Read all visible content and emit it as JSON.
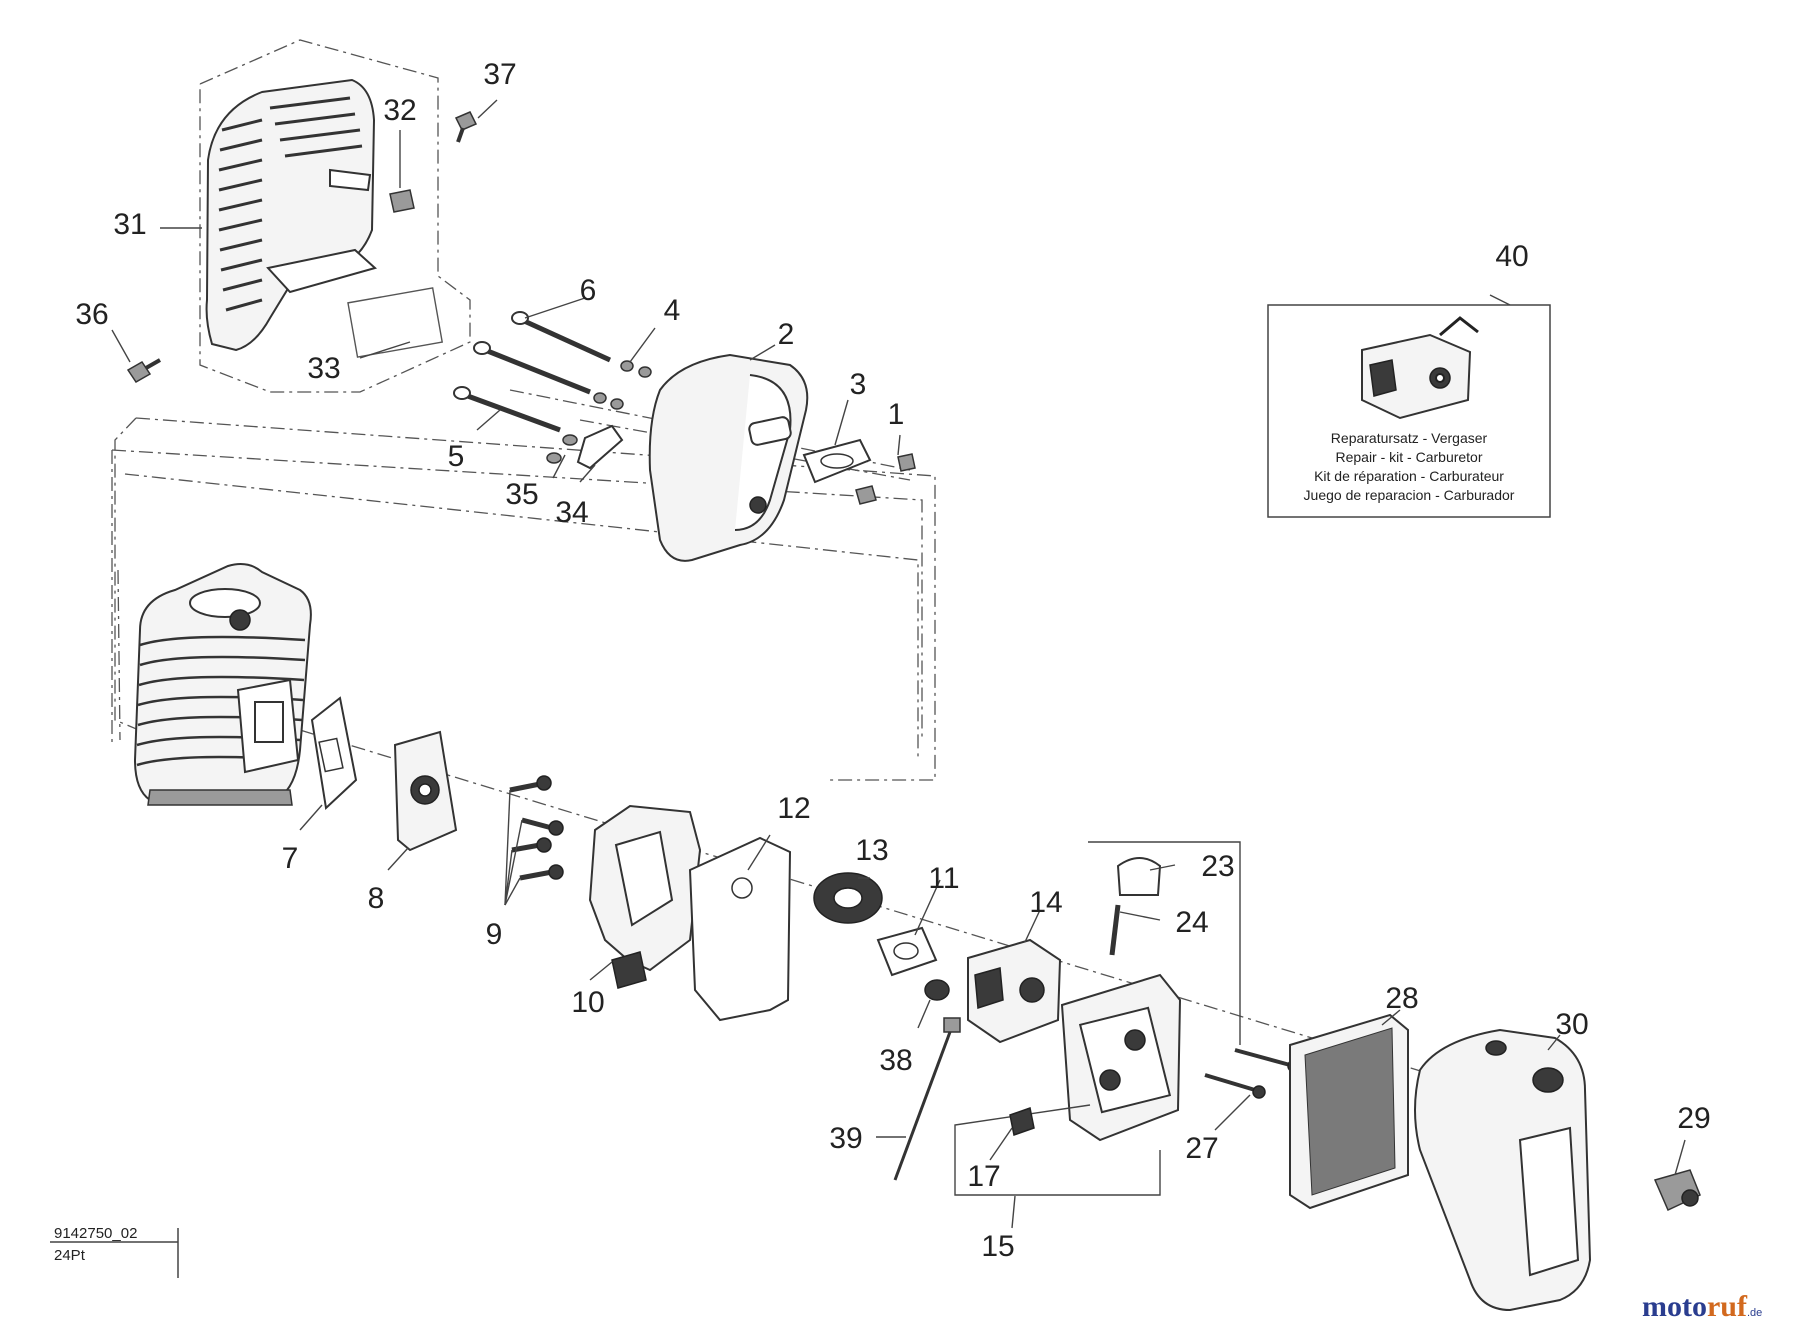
{
  "labels": {
    "p1": "1",
    "p2": "2",
    "p3": "3",
    "p4": "4",
    "p5": "5",
    "p6": "6",
    "p7": "7",
    "p8": "8",
    "p9": "9",
    "p10": "10",
    "p11": "11",
    "p12": "12",
    "p13": "13",
    "p14": "14",
    "p15": "15",
    "p17": "17",
    "p23": "23",
    "p24": "24",
    "p27": "27",
    "p28": "28",
    "p29": "29",
    "p30": "30",
    "p31": "31",
    "p32": "32",
    "p33": "33",
    "p34": "34",
    "p35": "35",
    "p36": "36",
    "p37": "37",
    "p38": "38",
    "p39": "39",
    "p40": "40"
  },
  "repair_kit": {
    "line_de": "Reparatursatz - Vergaser",
    "line_en": "Repair - kit - Carburetor",
    "line_fr": "Kit de réparation - Carburateur",
    "line_es": "Juego de reparacion - Carburador"
  },
  "doc_info": {
    "drawing_number": "9142750_02",
    "sheet_code": "24Pt"
  },
  "watermark": {
    "brand_left": "moto",
    "brand_right": "ruf",
    "tld": ".de"
  }
}
